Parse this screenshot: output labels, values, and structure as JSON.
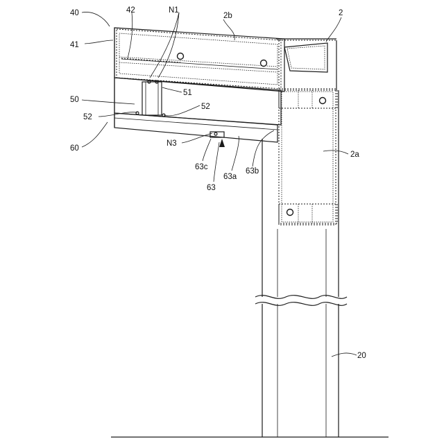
{
  "labels": {
    "ref_40": "40",
    "ref_41": "41",
    "ref_42": "42",
    "ref_N1": "N1",
    "ref_2b": "2b",
    "ref_2": "2",
    "ref_50": "50",
    "ref_51": "51",
    "ref_52_left": "52",
    "ref_52_right": "52",
    "ref_60": "60",
    "ref_N3": "N3",
    "ref_63c": "63c",
    "ref_63": "63",
    "ref_63a": "63a",
    "ref_63b": "63b",
    "ref_2a": "2a",
    "ref_20": "20"
  }
}
